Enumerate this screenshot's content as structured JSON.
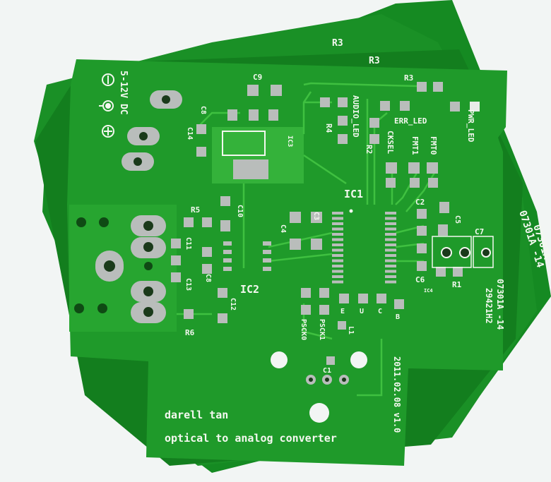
{
  "board": {
    "colors": {
      "solder_mask": "#1f9a2a",
      "mask_dark": "#12761c",
      "trace": "#3fc040",
      "pad": "#b9bdbb",
      "silkscreen": "#f4f8f0",
      "background": "#f2f5f4"
    },
    "power_label": "5-12V DC",
    "author": "darell tan",
    "project": "optical to analog converter",
    "revision": "2011.02.08 v1.0",
    "fab_code_1": "07301A -14",
    "fab_code_2": "29421H2",
    "back_board_labels": [
      "R3",
      "R3",
      "07301A -14",
      "07301A -14"
    ],
    "labels": {
      "c9": "C9",
      "ic3": "IC3",
      "r3": "R3",
      "audio_led": "AUDIO_LED",
      "r4": "R4",
      "err_led": "ERR_LED",
      "pwr_led": "PWR_LED",
      "r2": "R2",
      "cksel": "CKSEL",
      "fmt1": "FMT1",
      "fmt0": "FMT0",
      "c14": "C14",
      "c8top": "C8",
      "ic1": "IC1",
      "c2": "C2",
      "c5": "C5",
      "c7": "C7",
      "c6": "C6",
      "r1": "R1",
      "ic4": "IC4",
      "r5": "R5",
      "c10": "C10",
      "c4": "C4",
      "c3": "C3",
      "c11": "C11",
      "c8": "C8",
      "c13": "C13",
      "ic2": "IC2",
      "c12": "C12",
      "r6": "R6",
      "e": "E",
      "u": "U",
      "c": "C",
      "b": "B",
      "psck0": "PSCK0",
      "psck1": "PSCK1",
      "l1": "L1",
      "c1": "C1"
    }
  }
}
